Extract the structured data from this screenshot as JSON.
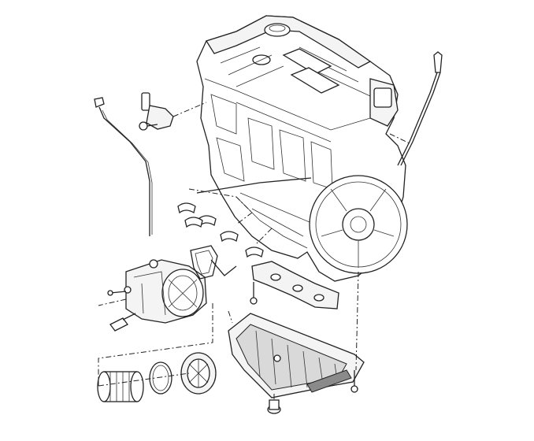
{
  "diagram": {
    "description_labels": [],
    "parts": [
      {
        "id": "engine-block",
        "icon": "engine-block-icon"
      },
      {
        "id": "dipstick-right",
        "icon": "dipstick-icon"
      },
      {
        "id": "dipstick-left",
        "icon": "dipstick-icon"
      },
      {
        "id": "sensor",
        "icon": "sensor-icon"
      },
      {
        "id": "bearing-shells",
        "icon": "bearing-shell-icon"
      },
      {
        "id": "oil-filter-housing",
        "icon": "filter-housing-icon"
      },
      {
        "id": "housing-gasket",
        "icon": "gasket-icon"
      },
      {
        "id": "baffle-plate",
        "icon": "baffle-icon"
      },
      {
        "id": "oil-pan",
        "icon": "oil-pan-icon"
      },
      {
        "id": "drain-plug",
        "icon": "drain-plug-icon"
      },
      {
        "id": "filter-element",
        "icon": "filter-element-icon"
      },
      {
        "id": "o-ring",
        "icon": "o-ring-icon"
      },
      {
        "id": "filter-cap",
        "icon": "filter-cap-icon"
      }
    ]
  }
}
